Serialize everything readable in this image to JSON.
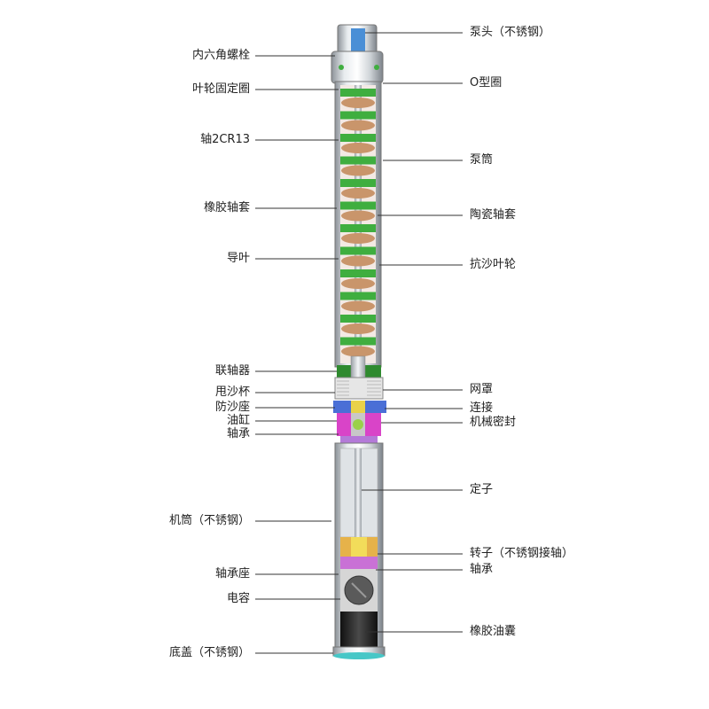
{
  "labels": {
    "left": [
      "内六角螺栓",
      "叶轮固定圈",
      "轴2CR13",
      "橡胶轴套",
      "导叶",
      "联轴器",
      "甩沙杯",
      "防沙座",
      "油缸",
      "轴承",
      "机筒（不锈钢）",
      "轴承座",
      "电容",
      "底盖（不锈钢）"
    ],
    "right": [
      "泵头（不锈钢）",
      "O型圈",
      "泵筒",
      "陶瓷轴套",
      "抗沙叶轮",
      "网罩",
      "连接",
      "机械密封",
      "定子",
      "转子（不锈钢接轴）",
      "轴承",
      "橡胶油囊"
    ]
  },
  "colors": {
    "leader": "#333333",
    "impeller": "#c9956b",
    "diffuser": "#3fae3f",
    "steel": "#c8cdd2",
    "head_blue": "#4a8fd6",
    "seal_pink": "#d944c8",
    "rubber": "#2b2b2b"
  }
}
